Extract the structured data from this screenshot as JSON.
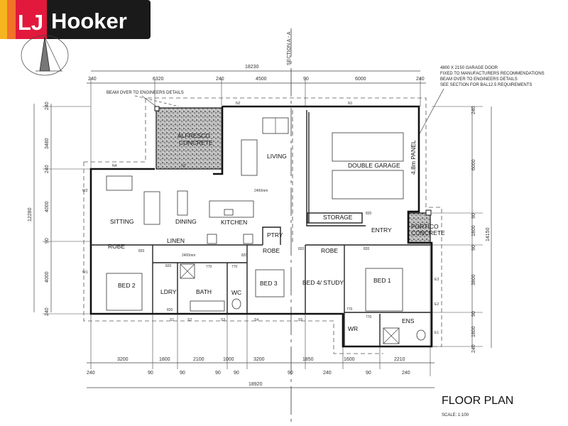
{
  "logo": {
    "text_lj": "LJ",
    "text_hooker": "Hooker",
    "colors": {
      "yellow": "#f6b51e",
      "orange": "#f2732a",
      "red": "#e2193c",
      "black": "#1a1a1a"
    }
  },
  "section_label": "SECTION A - A",
  "notes": {
    "garage": [
      "4800 X 2150 GARAGE DOOR",
      "FIXED TO MANUFACTURERS RECOMMENDATIONS",
      "BEAM OVER TO ENGINEERS DETAILS",
      "SEE SECTION FOR BAL12.5 REQUIREMENTS"
    ],
    "beam": "BEAM OVER TO ENGINEERS DETAILS",
    "panel": "4.8m PANEL",
    "ceiling_main": "2400mm",
    "ceiling_hall": "2400mm"
  },
  "rooms": {
    "alfresco": [
      "ALFRESCO",
      "CONCRETE"
    ],
    "portico": [
      "PORTICO",
      "CONCRETE"
    ],
    "living": "LIVING",
    "double_garage": "DOUBLE GARAGE",
    "sitting": "SITTING",
    "dining": "DINING",
    "kitchen": "KITCHEN",
    "pantry": "PTRY",
    "storage": "STORAGE",
    "entry": "ENTRY",
    "robe": "ROBE",
    "linen": "LINEN",
    "bed2": "BED 2",
    "laundry": "LDRY",
    "bath": "BATH",
    "wc": "WC",
    "bed3": "BED 3",
    "bed4": "BED 4/ STUDY",
    "bed1": "BED 1",
    "wr": "WR",
    "ens": "ENS"
  },
  "door_sizes": [
    "820",
    "820",
    "820",
    "820",
    "820",
    "820",
    "770",
    "770",
    "770",
    "770",
    "820"
  ],
  "windows": [
    "N1",
    "N2",
    "N3",
    "N4",
    "W1",
    "W2",
    "S1",
    "S2",
    "S3",
    "S4",
    "S5",
    "E1",
    "E2",
    "E3"
  ],
  "dimensions": {
    "top_overall": "18230",
    "top": [
      "240",
      "6320",
      "240",
      "4500",
      "90",
      "6000",
      "240"
    ],
    "left_overall": "12280",
    "left": [
      "240",
      "3480",
      "240",
      "4000",
      "90",
      "4000",
      "240"
    ],
    "right_overall": "14150",
    "right": [
      "240",
      "6000",
      "90",
      "1800",
      "90",
      "3800",
      "90",
      "1800",
      "240"
    ],
    "bottom_rooms": [
      "3200",
      "1800",
      "2100",
      "1000",
      "3200",
      "1850",
      "1600",
      "2210"
    ],
    "bottom_walls": [
      "240",
      "90",
      "90",
      "90",
      "90",
      "90",
      "240",
      "90",
      "240"
    ],
    "bottom_overall": "18920"
  },
  "title": "FLOOR PLAN",
  "scale": "SCALE: 1:100"
}
